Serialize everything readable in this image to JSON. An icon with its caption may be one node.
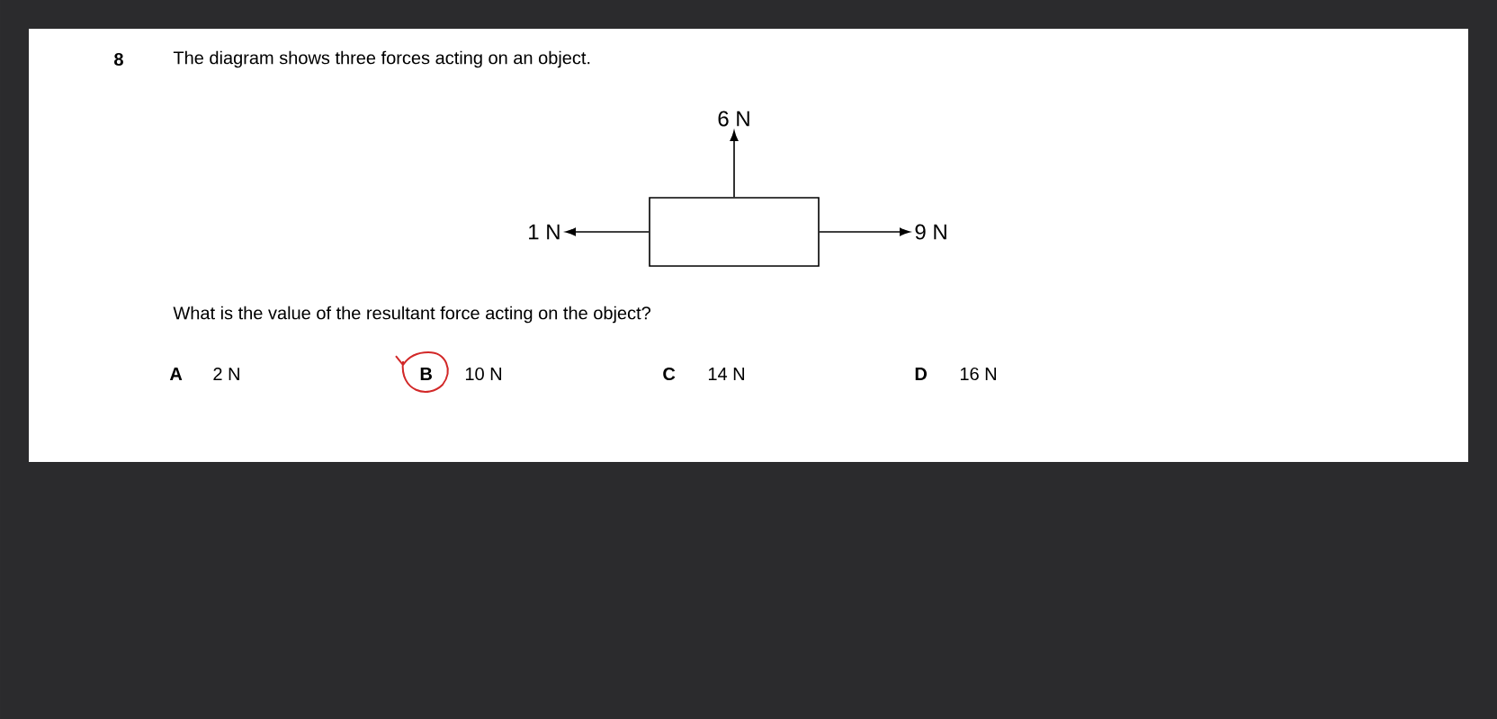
{
  "diagram": {
    "nodes": [
      {
        "text": [],
        "shape": "box"
      },
      {
        "text": [
          "6 N"
        ]
      },
      {
        "text": [
          "1 N"
        ]
      },
      {
        "text": [
          "9 N"
        ]
      }
    ],
    "edges": [
      {
        "from": 0,
        "to": 1,
        "arrow": "to"
      },
      {
        "from": 0,
        "to": 2,
        "arrow": "to"
      },
      {
        "from": 0,
        "to": 3,
        "arrow": "to"
      }
    ],
    "labels": [
      "8",
      "The diagram shows three forces acting on an object.",
      "What is the value of the resultant force acting on the object?",
      "A",
      "2 N",
      "B",
      "10 N",
      "C",
      "14 N",
      "D",
      "16 N"
    ]
  }
}
